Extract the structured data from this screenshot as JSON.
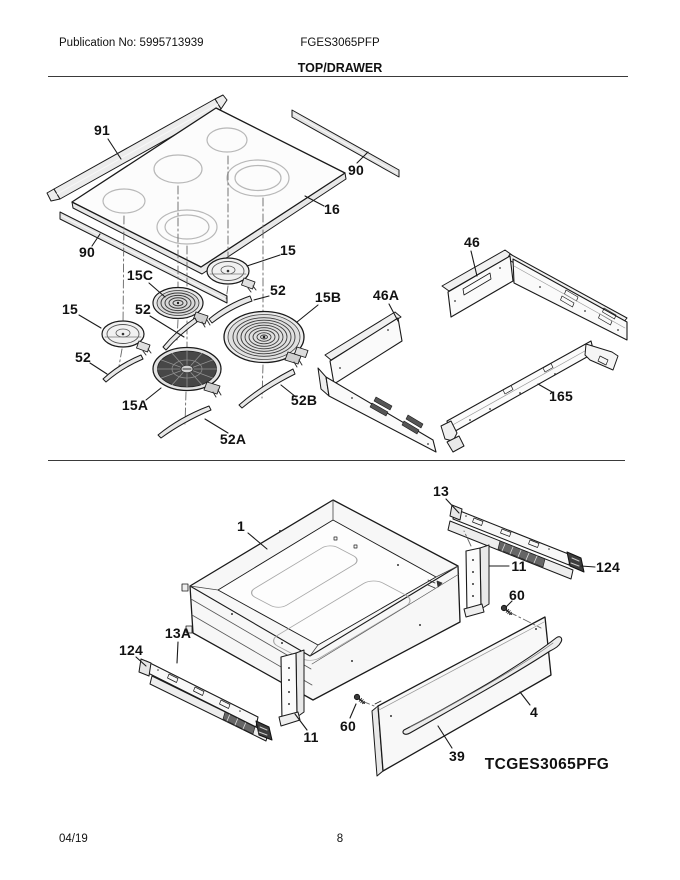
{
  "header": {
    "publication": "Publication No: 5995713939",
    "model": "FGES3065PFP",
    "section_title": "TOP/DRAWER"
  },
  "footer": {
    "revision_date": "04/19",
    "page_number": "8"
  },
  "diagram": {
    "caption_model": "TCGES3065PFG",
    "labels": {
      "p91": "91",
      "p90r": "90",
      "p16": "16",
      "p90l": "90",
      "p15t": "15",
      "p15c": "15C",
      "p52t": "52",
      "p15l": "15",
      "p52m": "52",
      "p52l": "52",
      "p15b": "15B",
      "p15a": "15A",
      "p52b": "52B",
      "p52a": "52A",
      "p46": "46",
      "p46a": "46A",
      "p165": "165",
      "p1": "1",
      "p13": "13",
      "p11r": "11",
      "p124r": "124",
      "p60r": "60",
      "p13a": "13A",
      "p124l": "124",
      "p11l": "11",
      "p60l": "60",
      "p39": "39",
      "p4": "4"
    }
  }
}
